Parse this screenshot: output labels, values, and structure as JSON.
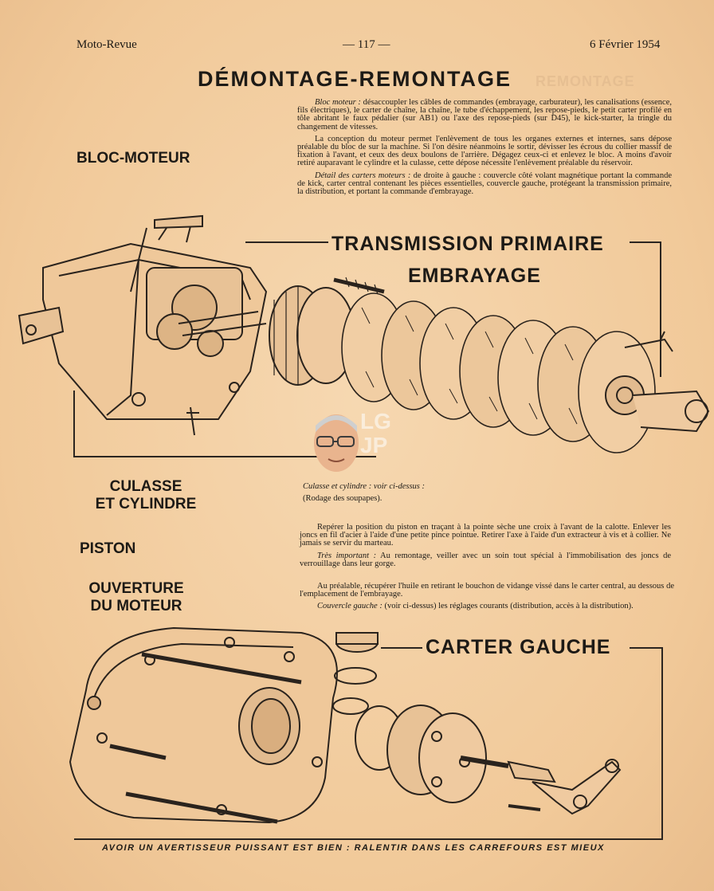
{
  "header": {
    "left": "Moto-Revue",
    "center": "— 117 —",
    "right": "6 Février 1954"
  },
  "title": "DÉMONTAGE-REMONTAGE",
  "title_ghost": "REMONTAGE",
  "sections": {
    "bloc_moteur": "BLOC-MOTEUR",
    "culasse": [
      "CULASSE",
      "ET CYLINDRE"
    ],
    "piston": "PISTON",
    "ouverture": [
      "OUVERTURE",
      "DU MOTEUR"
    ]
  },
  "bloc_text": {
    "p1_lead": "Bloc moteur :",
    "p1": " désaccoupler les câbles de commandes (embrayage, carburateur), les canalisations (essence, fils électriques), le carter de chaîne, la chaîne, le tube d'échappement, les repose-pieds, le petit carter profilé en tôle abritant le faux pédalier (sur AB1) ou l'axe des repose-pieds (sur D45), le kick-starter, la tringle du changement de vitesses.",
    "p2": "La conception du moteur permet l'enlèvement de tous les organes externes et internes, sans dépose préalable du bloc de sur la machine. Si l'on désire néanmoins le sortir, dévisser les écrous du collier massif de fixation à l'avant, et ceux des deux boulons de l'arrière. Dégagez ceux-ci et enlevez le bloc. A moins d'avoir retiré auparavant le cylindre et la culasse, cette dépose nécessite l'enlèvement préalable du réservoir.",
    "p3_lead": "Détail des carters moteurs :",
    "p3": " de droite à gauche : couvercle côté volant magnétique portant la commande de kick, carter central contenant les pièces essentielles, couvercle gauche, protégeant la transmission primaire, la distribution, et portant la commande d'embrayage."
  },
  "transmission_label": [
    "TRANSMISSION PRIMAIRE",
    "EMBRAYAGE"
  ],
  "culasse_text": {
    "lead": "Culasse et cylindre : voir ci-dessus :",
    "line2": "(Rodage des soupapes)."
  },
  "piston_text": {
    "p1": "Repérer la position du piston en traçant à la pointe sèche une croix à l'avant de la calotte. Enlever les joncs en fil d'acier à l'aide d'une petite pince pointue. Retirer l'axe à l'aide d'un extracteur à vis et à collier. Ne jamais se servir du marteau.",
    "p2_lead": "Très important :",
    "p2": " Au remontage, veiller avec un soin tout spécial à l'immobilisation des joncs de verrouillage dans leur gorge."
  },
  "ouverture_text": {
    "p1": "Au préalable, récupérer l'huile en retirant le bouchon de vidange vissé dans le carter central, au dessous de l'emplacement de l'embrayage.",
    "p2_lead": "Couvercle gauche :",
    "p2": " (voir ci-dessus) les réglages courants (distribution, accès à la distribution)."
  },
  "carter_label": "CARTER GAUCHE",
  "watermark": [
    "LG",
    "JP"
  ],
  "footer": "AVOIR UN AVERTISSEUR PUISSANT EST BIEN : RALENTIR DANS LES CARREFOURS EST MIEUX",
  "colors": {
    "paper": "#f3cfa2",
    "ink": "#1d1a16"
  }
}
